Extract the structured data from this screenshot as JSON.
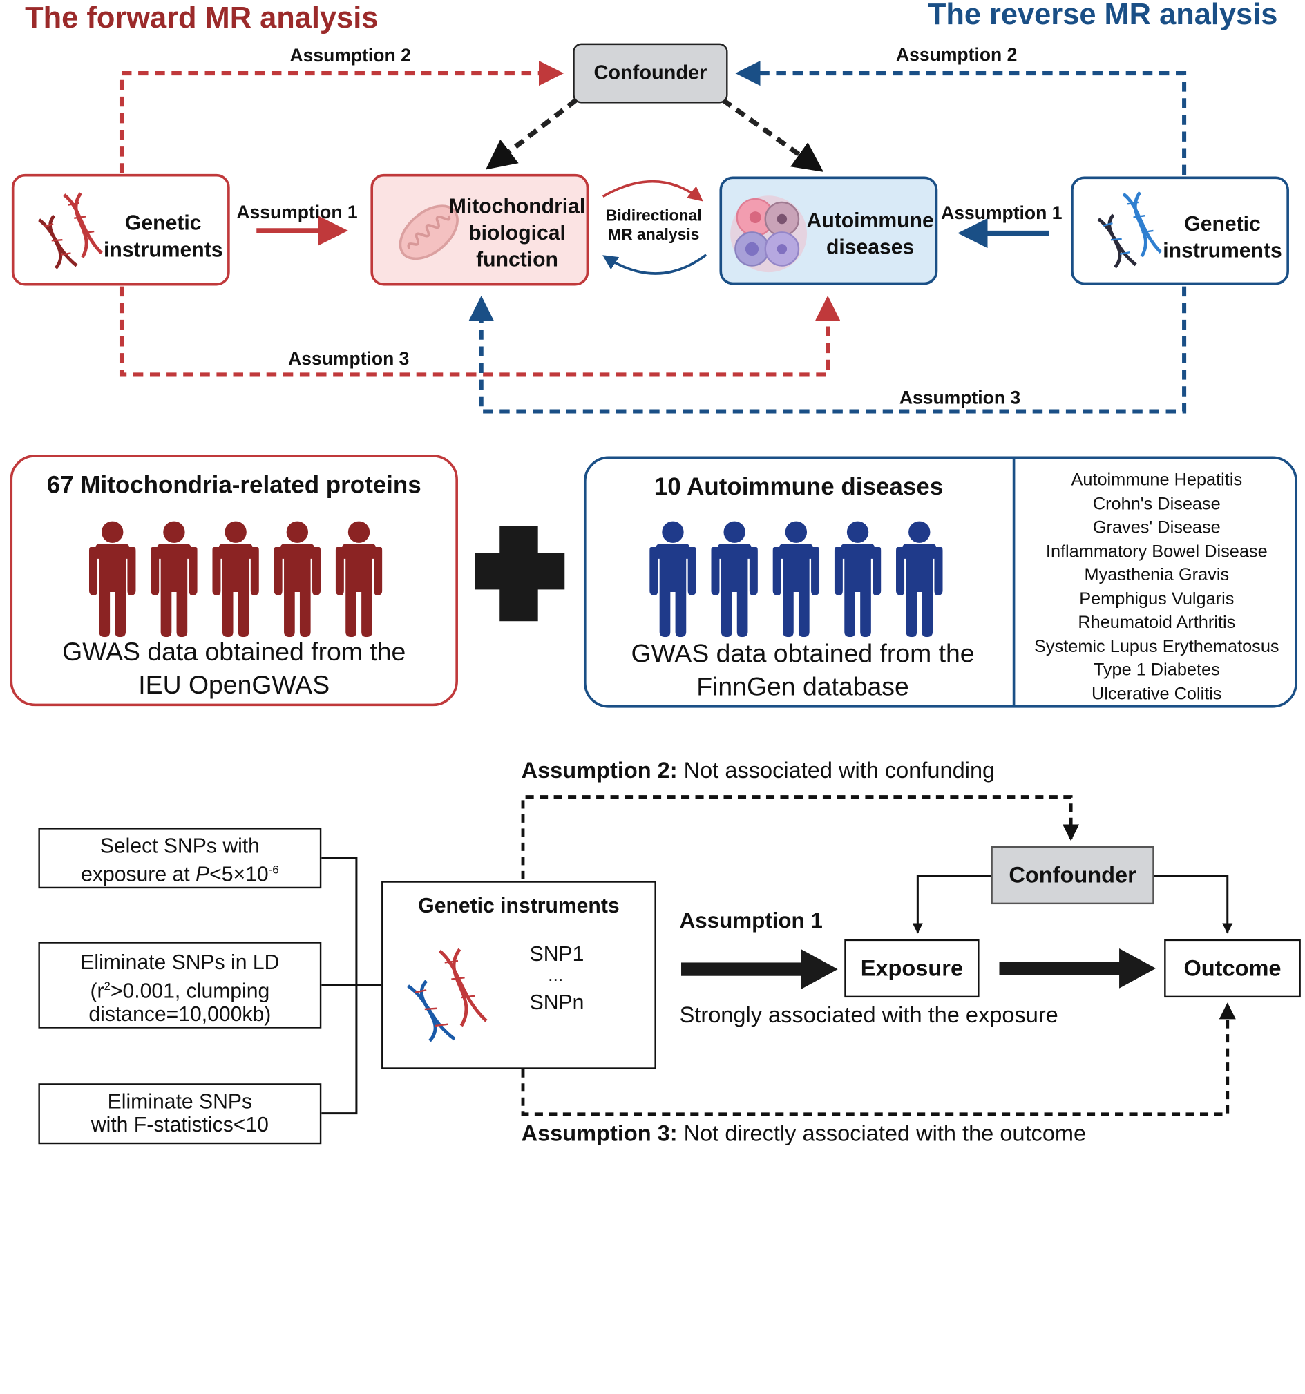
{
  "titles": {
    "forward": "The forward MR analysis",
    "reverse": "The reverse MR analysis"
  },
  "top": {
    "confounder": "Confounder",
    "assumption1": "Assumption 1",
    "assumption2": "Assumption 2",
    "assumption3": "Assumption 3",
    "genetic_left": [
      "Genetic",
      "instruments"
    ],
    "genetic_right": [
      "Genetic",
      "instruments"
    ],
    "mito": [
      "Mitochondrial",
      "biological",
      "function"
    ],
    "autoimmune": [
      "Autoimmune",
      "diseases"
    ],
    "bidirectional": [
      "Bidirectional",
      "MR analysis"
    ]
  },
  "middle": {
    "left_title": "67 Mitochondria-related proteins",
    "left_caption": [
      "GWAS data obtained from the",
      "IEU OpenGWAS"
    ],
    "right_title": "10 Autoimmune diseases",
    "right_caption": [
      "GWAS data obtained from the",
      "FinnGen database"
    ],
    "diseases": [
      "Autoimmune Hepatitis",
      "Crohn's Disease",
      "Graves' Disease",
      "Inflammatory Bowel Disease",
      "Myasthenia Gravis",
      "Pemphigus Vulgaris",
      "Rheumatoid Arthritis",
      "Systemic Lupus Erythematosus",
      "Type 1 Diabetes",
      "Ulcerative Colitis"
    ]
  },
  "bottom": {
    "select_snps": [
      "Select SNPs  with",
      "exposure at ",
      "P",
      "<5×10",
      "-6"
    ],
    "eliminate_ld": [
      "Eliminate SNPs in LD",
      "(r",
      "2",
      ">0.001, clumping",
      "distance=10,000kb)"
    ],
    "eliminate_f": [
      "Eliminate SNPs",
      "with F-statistics<10"
    ],
    "genetic_title": "Genetic instruments",
    "snp1": "SNP1",
    "dots": "...",
    "snpn": "SNPn",
    "assumption1": "Assumption 1",
    "assumption1_desc": "Strongly associated with the exposure",
    "assumption2": "Assumption 2:",
    "assumption2_desc": " Not associated with confunding",
    "assumption3": "Assumption 3:",
    "assumption3_desc": " Not directly associated with the outcome",
    "confounder": "Confounder",
    "exposure": "Exposure",
    "outcome": "Outcome"
  },
  "colors": {
    "red": "#c0393b",
    "dark_red": "#8b2323",
    "blue": "#1a4f86",
    "navy_person": "#1f3a8a",
    "black": "#111111",
    "confounder_fill": "#d3d5d8"
  },
  "icons": [
    "dna-icon",
    "mitochondria-icon",
    "immune-cells-icon",
    "person-icon",
    "plus-icon"
  ]
}
